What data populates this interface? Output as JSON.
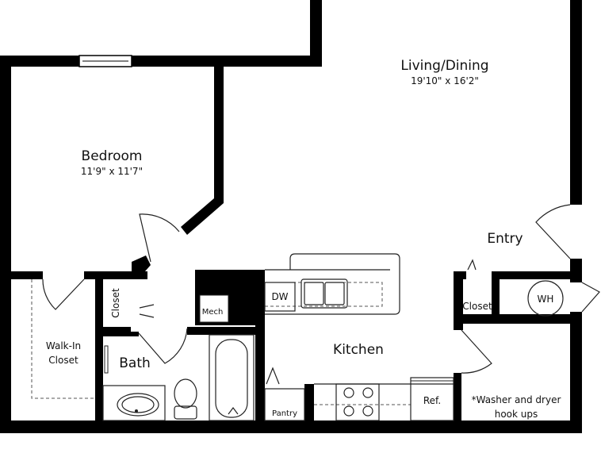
{
  "rooms": {
    "living": {
      "name": "Living/Dining",
      "dims": "19'10\" x 16'2\""
    },
    "bedroom": {
      "name": "Bedroom",
      "dims": "11'9\" x 11'7\""
    },
    "entry": {
      "name": "Entry"
    },
    "kitchen": {
      "name": "Kitchen"
    },
    "bath": {
      "name": "Bath"
    },
    "walk_in_closet": {
      "line1": "Walk-In",
      "line2": "Closet"
    },
    "closet_bath": {
      "name": "Closet"
    },
    "closet_entry": {
      "name": "Closet"
    },
    "mech": {
      "name": "Mech"
    },
    "pantry": {
      "name": "Pantry"
    }
  },
  "fixtures": {
    "dishwasher": "DW",
    "water_heater": "WH",
    "refrigerator": "Ref."
  },
  "notes": {
    "laundry_line1": "*Washer and dryer",
    "laundry_line2": "hook ups"
  }
}
